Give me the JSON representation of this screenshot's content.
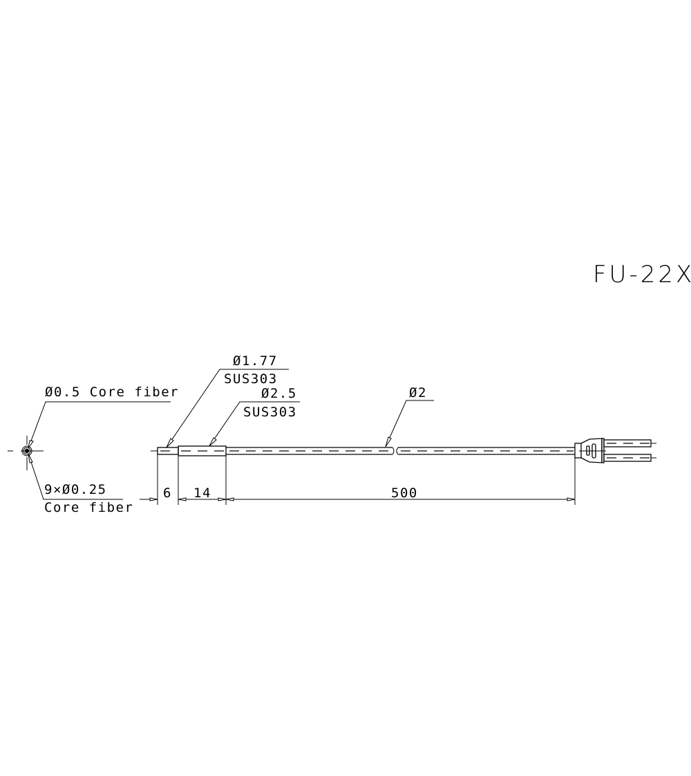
{
  "drawing": {
    "model": "FU-22X",
    "callouts": {
      "core_fiber_center": "Ø0.5 Core fiber",
      "core_fiber_outer_count": "9×Ø0.25",
      "core_fiber_outer_label": "Core fiber",
      "tip_diameter": "Ø1.77",
      "tip_material": "SUS303",
      "sleeve_diameter": "Ø2.5",
      "sleeve_material": "SUS303",
      "cable_diameter": "Ø2"
    },
    "dimensions": {
      "tip_length": "6",
      "sleeve_length": "14",
      "cable_length": "500"
    }
  }
}
